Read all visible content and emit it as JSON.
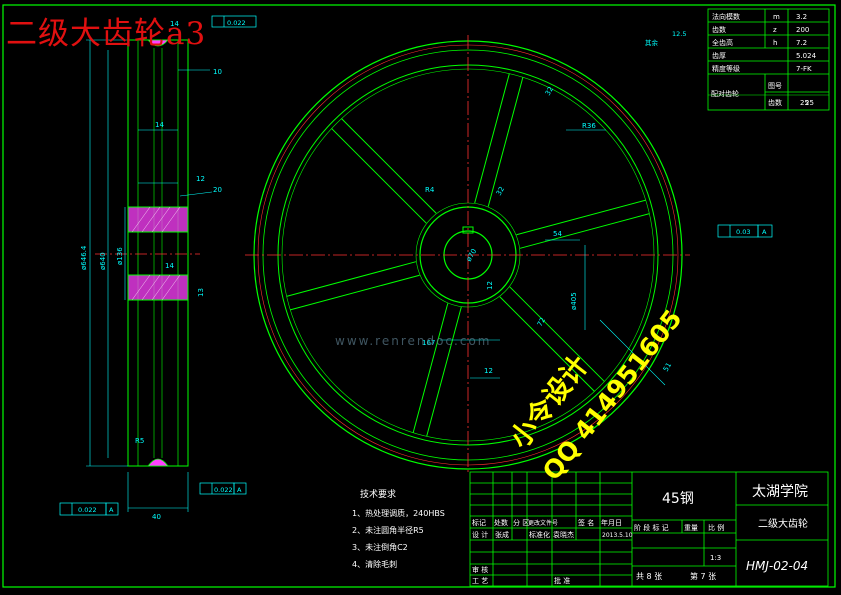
{
  "drawing_title": "二级大齿轮a3",
  "watermark": {
    "designer": "小令设计",
    "qq": "QQ 414951605",
    "site": "www.renrendoc.com"
  },
  "colors": {
    "background": "#000000",
    "outline": "#00ff00",
    "dim": "#00ffff",
    "center": "#ff3030",
    "hatch": "#ff40ff",
    "frame": "#00ff00",
    "text": "#ffffff",
    "watermark": "#ffff00",
    "title": "#e01010"
  },
  "param_table": {
    "rows": [
      {
        "name": "法向模数",
        "sym": "m",
        "val": "3.2"
      },
      {
        "name": "齿数",
        "sym": "z",
        "val": "200"
      },
      {
        "name": "全齿高",
        "sym": "h",
        "val": "7.2"
      },
      {
        "name": "齿厚",
        "sym": "",
        "val": "5.024"
      },
      {
        "name": "精度等级",
        "sym": "",
        "val": "7-FK"
      }
    ],
    "mating_label": "配对齿轮",
    "mating_rows": [
      {
        "k": "图号",
        "v": ""
      },
      {
        "k": "齿数",
        "v": "25"
      }
    ]
  },
  "surface_note": {
    "label": "其余",
    "roughness": "12.5"
  },
  "dims": {
    "d6464": "ø646.4",
    "d640": "ø640",
    "d136": "ø136",
    "d70": "ø70",
    "d14a": "14",
    "d14b": "14",
    "d12a": "12",
    "d12b": "12",
    "d12c": "12",
    "d20": "20",
    "d32": "32",
    "d40": "40",
    "r36": "R36",
    "r4": "R4",
    "d54": "54",
    "d167": "167",
    "d72": "72",
    "d405": "ø405",
    "d13": "13",
    "d51": "51",
    "d10a": "10",
    "d32b": "32",
    "dR5": "R5"
  },
  "tolerances": {
    "top": "0.022",
    "left_bottom": "0.022",
    "mid_bottom": "0.022",
    "right_hub": "0.03",
    "datum": "A"
  },
  "tech_req": {
    "heading": "技术要求",
    "items": [
      "1、热处理调质，240HBS",
      "2、未注圆角半径R5",
      "3、未注倒角C2",
      "4、清除毛刺"
    ]
  },
  "title_block": {
    "material": "45钢",
    "school": "太湖学院",
    "part_name": "二级大齿轮",
    "drawing_no": "HMJ-02-04",
    "scale": "1:3",
    "sheets_total": "共 8 张",
    "sheet_no": "第 7 张",
    "date": "2013.5.10",
    "labels": {
      "mark": "标记",
      "count": "处数",
      "zone": "分 区",
      "change_doc": "更改文件号",
      "sign": "签 名",
      "ymd": "年月日",
      "design": "设 计",
      "std": "标准化",
      "review": "审 核",
      "craft": "工 艺",
      "approve": "批 准",
      "stage_mark": "阶 段 标 记",
      "weight": "重量",
      "ratio": "比 例",
      "designer_name": "张成",
      "std_name": "袁晓杰"
    }
  }
}
